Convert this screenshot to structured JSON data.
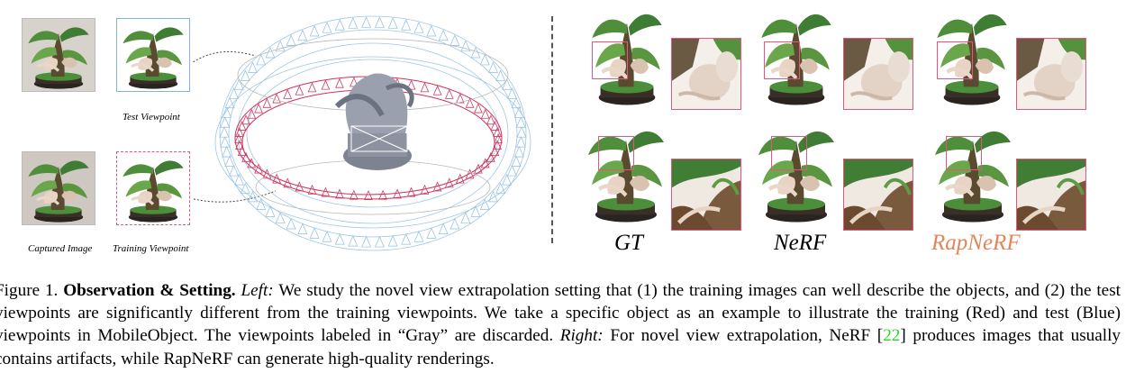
{
  "left_panel": {
    "test_viewpoint_label": "Test Viewpoint",
    "captured_image_label": "Captured Image",
    "training_viewpoint_label": "Training Viewpoint",
    "colors": {
      "training": "#d0305a",
      "test": "#7fb4e0",
      "discarded": "#b0b0b0"
    }
  },
  "right_panel": {
    "methods": [
      {
        "name": "GT",
        "color": "#000000"
      },
      {
        "name": "NeRF",
        "color": "#000000"
      },
      {
        "name": "RapNeRF",
        "color": "#e0865a"
      }
    ],
    "highlight_color": "#e2577f"
  },
  "caption": {
    "figure_number": "Figure 1.",
    "title": "Observation & Setting.",
    "left_label": "Left:",
    "part1": "We study the novel view extrapolation setting that (1) the training images can well describe the objects, and (2) the test viewpoints are significantly different from the training viewpoints.  We take a specific object as an example to illustrate the training (Red) and test (Blue) viewpoints in MobileObject. The viewpoints labeled in “Gray” are discarded.",
    "right_label": "Right:",
    "part2": "For novel view extrapolation, NeRF [",
    "ref": "22",
    "part3": "] produces images that usually contains artifacts, while RapNeRF can generate high-quality renderings."
  }
}
